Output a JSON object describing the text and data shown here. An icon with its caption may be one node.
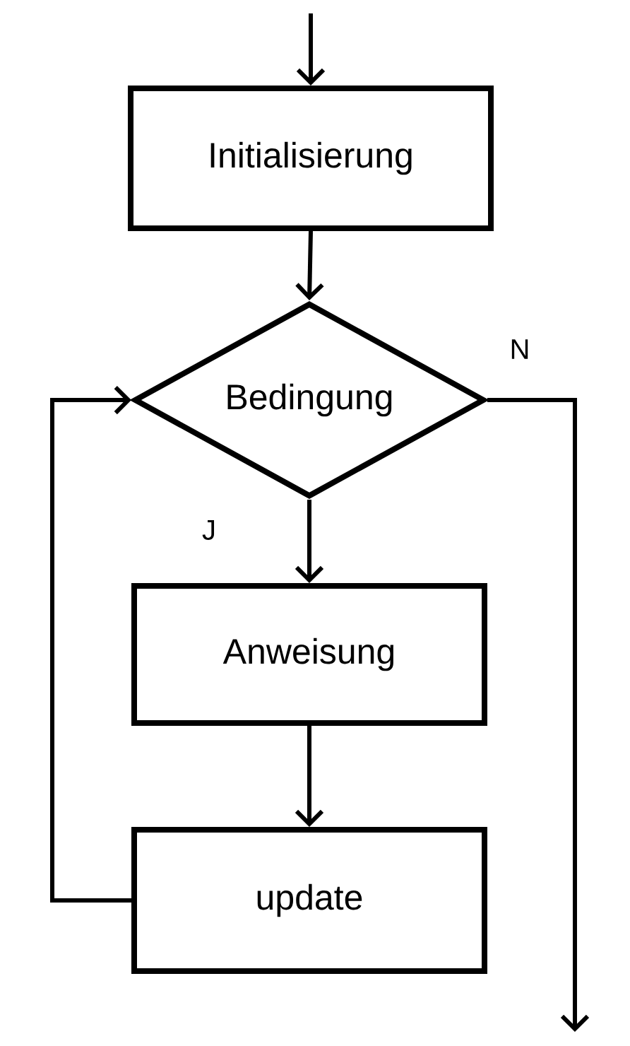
{
  "diagram": {
    "nodes": [
      {
        "text": [
          "Initialisierung"
        ]
      },
      {
        "text": [
          "Bedingung"
        ]
      },
      {
        "text": [
          "Anweisung"
        ]
      },
      {
        "text": [
          "update"
        ]
      }
    ],
    "edges": [
      {
        "from": null,
        "to": 0,
        "arrow": "to"
      },
      {
        "from": 0,
        "to": 1,
        "arrow": "to"
      },
      {
        "from": 1,
        "to": 2,
        "arrow": "to",
        "label": "J"
      },
      {
        "from": 2,
        "to": 3,
        "arrow": "to"
      },
      {
        "from": 3,
        "to": 1,
        "arrow": "to"
      },
      {
        "from": 1,
        "to": null,
        "arrow": "to",
        "label": "N"
      }
    ]
  }
}
